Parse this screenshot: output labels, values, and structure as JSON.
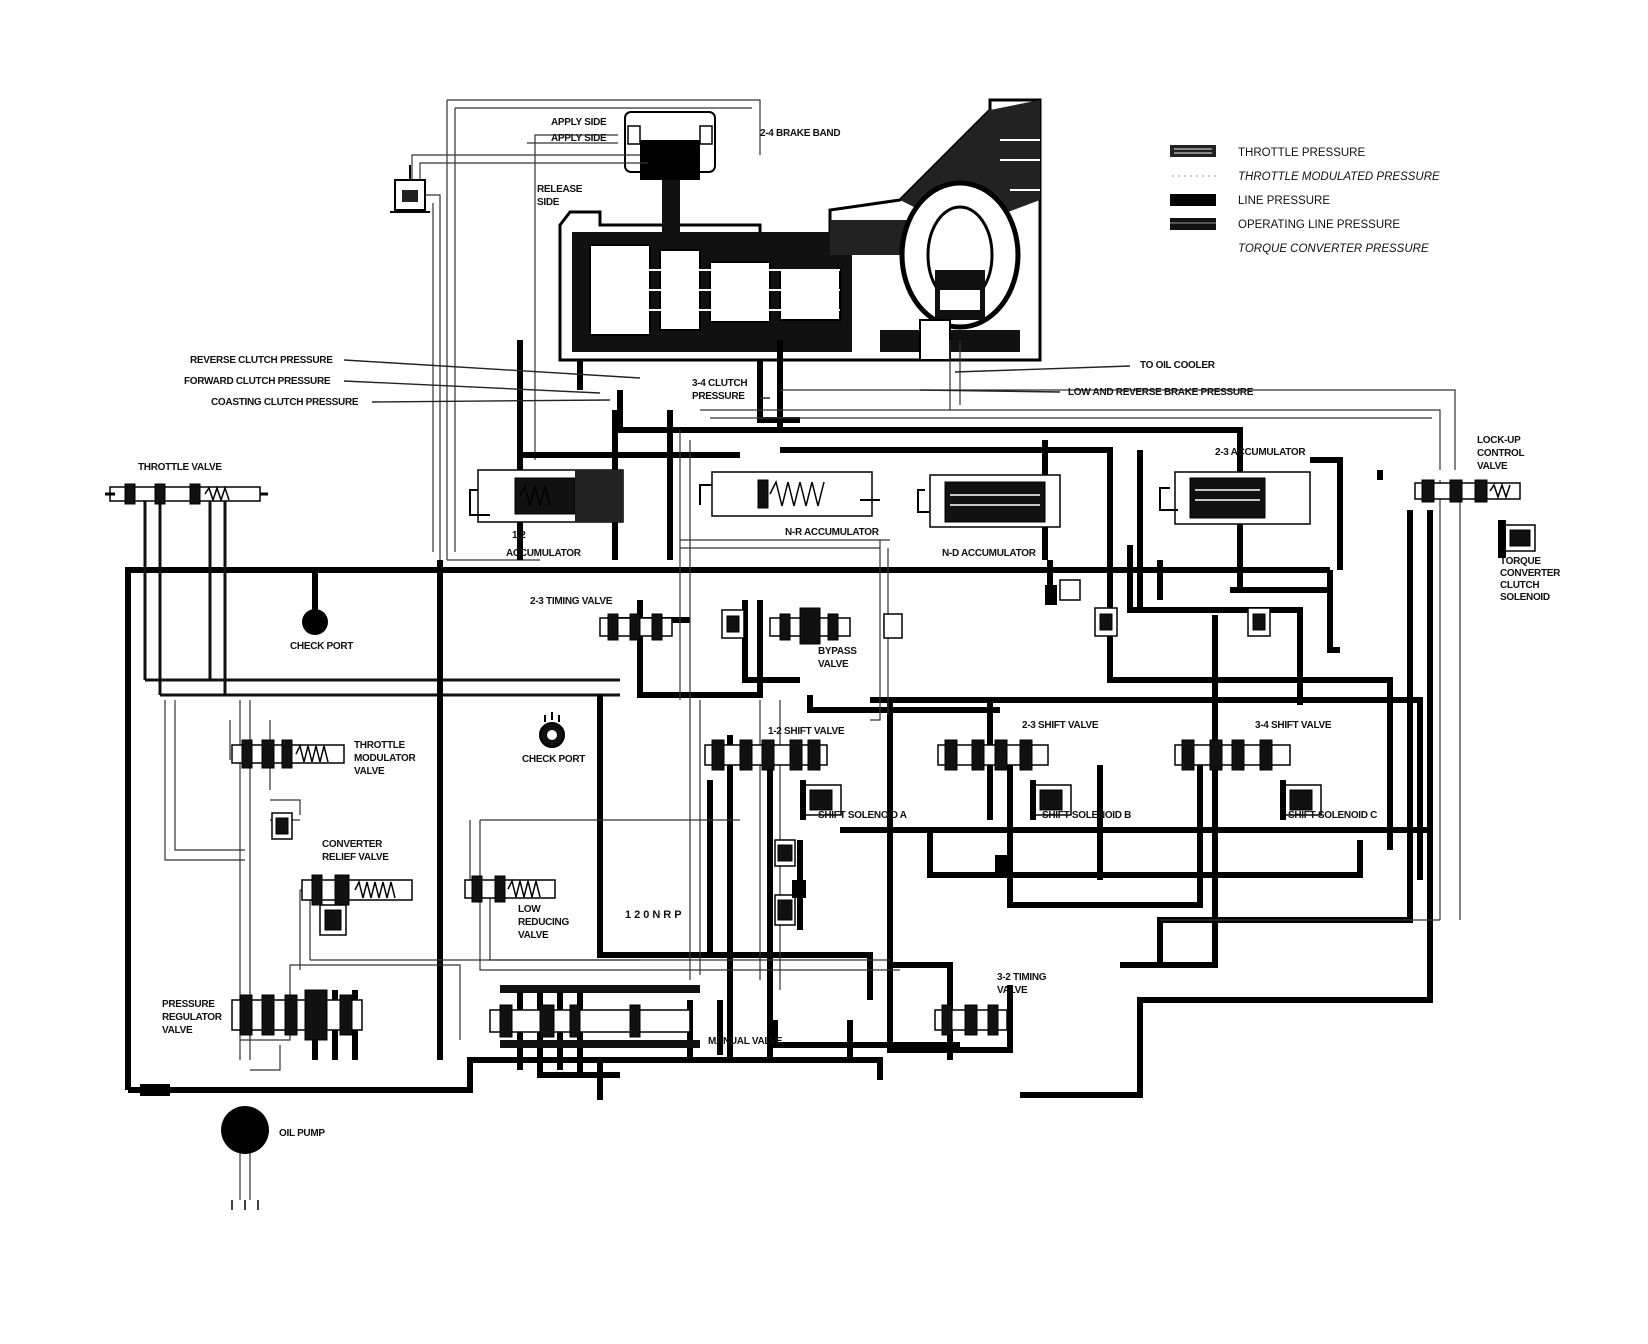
{
  "legend": {
    "throttle_pressure": "THROTTLE PRESSURE",
    "throttle_modulated_pressure": "THROTTLE MODULATED PRESSURE",
    "line_pressure": "LINE PRESSURE",
    "operating_line_pressure": "OPERATING LINE PRESSURE",
    "torque_converter_pressure": "TORQUE CONVERTER PRESSURE"
  },
  "labels": {
    "apply_side_1": "APPLY SIDE",
    "apply_side_2": "APPLY SIDE",
    "brake_band": "2-4 BRAKE BAND",
    "release_side_1": "RELEASE",
    "release_side_2": "SIDE",
    "reverse_clutch": "REVERSE CLUTCH PRESSURE",
    "forward_clutch": "FORWARD CLUTCH PRESSURE",
    "coasting_clutch": "COASTING CLUTCH PRESSURE",
    "clutch_34_1": "3-4 CLUTCH",
    "clutch_34_2": "PRESSURE",
    "oil_cooler": "TO OIL COOLER",
    "low_reverse_brake": "LOW AND REVERSE BRAKE PRESSURE",
    "lockup_1": "LOCK-UP",
    "lockup_2": "CONTROL",
    "lockup_3": "VALVE",
    "throttle_valve": "THROTTLE VALVE",
    "acc_12_1": "1-2",
    "acc_12_2": "ACCUMULATOR",
    "nr_acc": "N-R ACCUMULATOR",
    "nd_acc": "N-D ACCUMULATOR",
    "acc_23": "2-3 ACCUMULATOR",
    "tcc_1": "TORQUE",
    "tcc_2": "CONVERTER",
    "tcc_3": "CLUTCH",
    "tcc_4": "SOLENOID",
    "timing_23": "2-3 TIMING VALVE",
    "check_port_1": "CHECK PORT",
    "check_port_2": "CHECK PORT",
    "bypass_1": "BYPASS",
    "bypass_2": "VALVE",
    "shift_12": "1-2 SHIFT VALVE",
    "shift_23": "2-3 SHIFT VALVE",
    "shift_34": "3-4 SHIFT VALVE",
    "tmv_1": "THROTTLE",
    "tmv_2": "MODULATOR",
    "tmv_3": "VALVE",
    "sol_a": "SHIFT SOLENOID A",
    "sol_b": "SHIFT SOLENOID B",
    "sol_c": "SHIFT SOLENOID C",
    "crv_1": "CONVERTER",
    "crv_2": "RELIEF VALVE",
    "lrv_1": "LOW",
    "lrv_2": "REDUCING",
    "lrv_3": "VALVE",
    "stamp": "120NRP",
    "timing_32_1": "3-2 TIMING",
    "timing_32_2": "VALVE",
    "prv_1": "PRESSURE",
    "prv_2": "REGULATOR",
    "prv_3": "VALVE",
    "manual_valve": "MANUAL VALVE",
    "oil_pump": "OIL PUMP"
  }
}
